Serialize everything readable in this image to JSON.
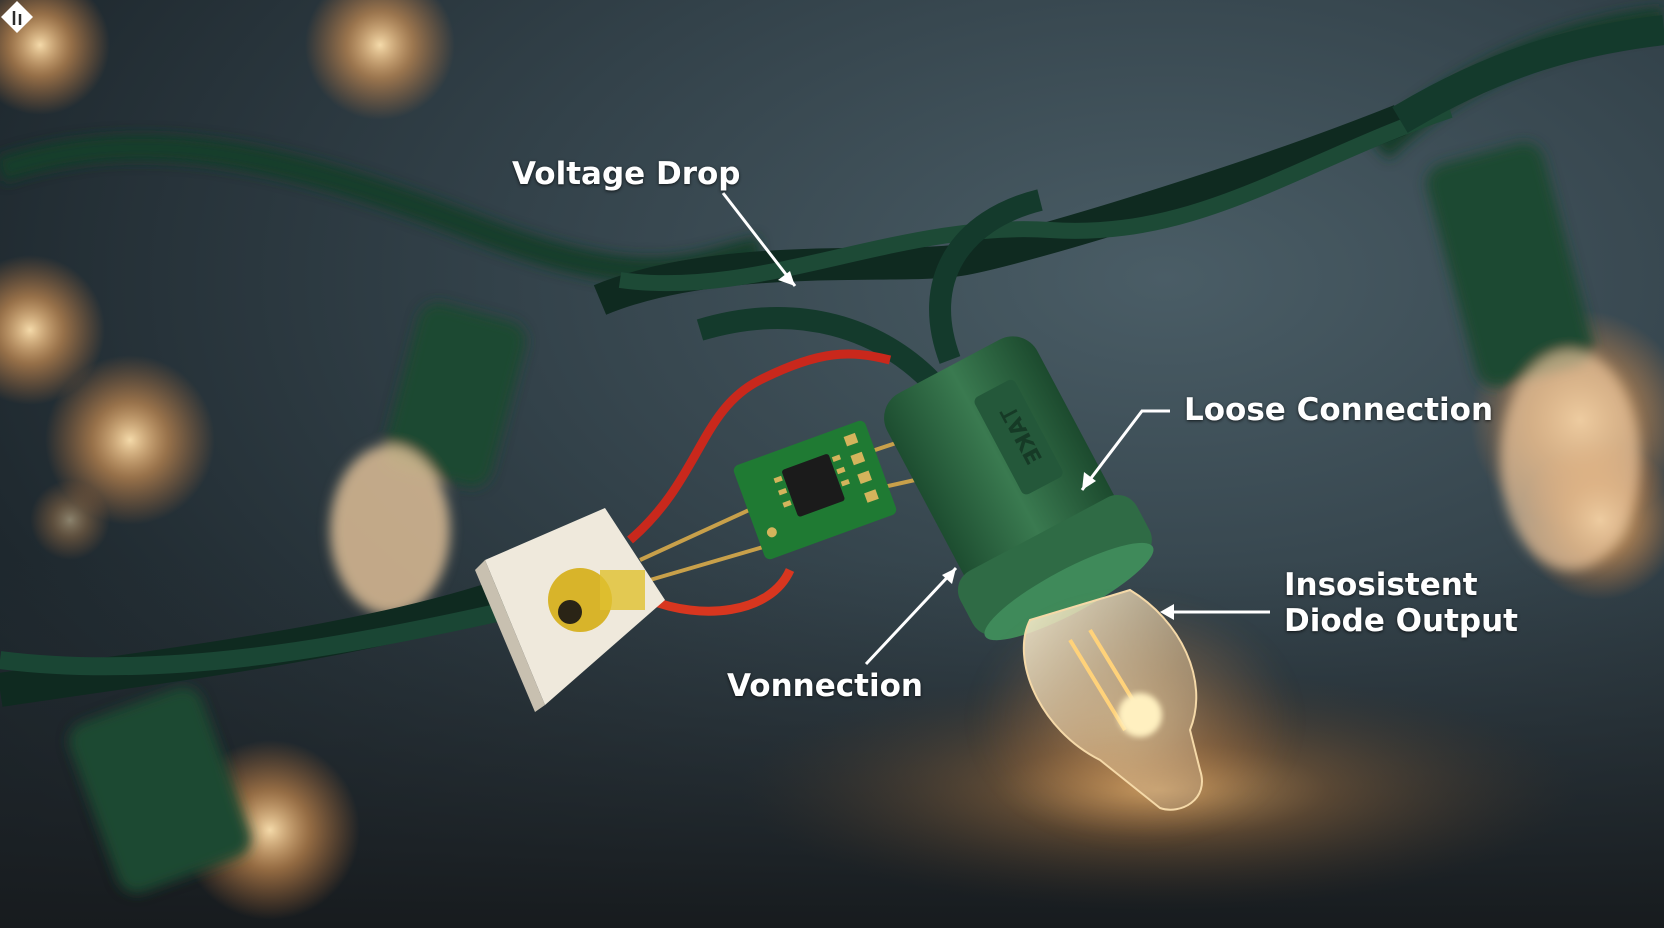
{
  "callouts": {
    "voltage_drop": "Voltage Drop",
    "loose_connection": "Loose Connection",
    "diode_output_line1": "Insosistent",
    "diode_output_line2": "Diode Output",
    "vonnection": "Vonnection"
  },
  "connector_marking": "Ʇ∀ΚΕ",
  "icons": {
    "voltage": "warning-diamond-icon"
  },
  "colors": {
    "background": "#2c3a42",
    "wire": "#143a2c",
    "socket": "#2f6b45",
    "bulb_glow": "#ffcf8a",
    "red_wire": "#c9281c",
    "pcb": "#1f7a33",
    "label_text": "#ffffff"
  }
}
